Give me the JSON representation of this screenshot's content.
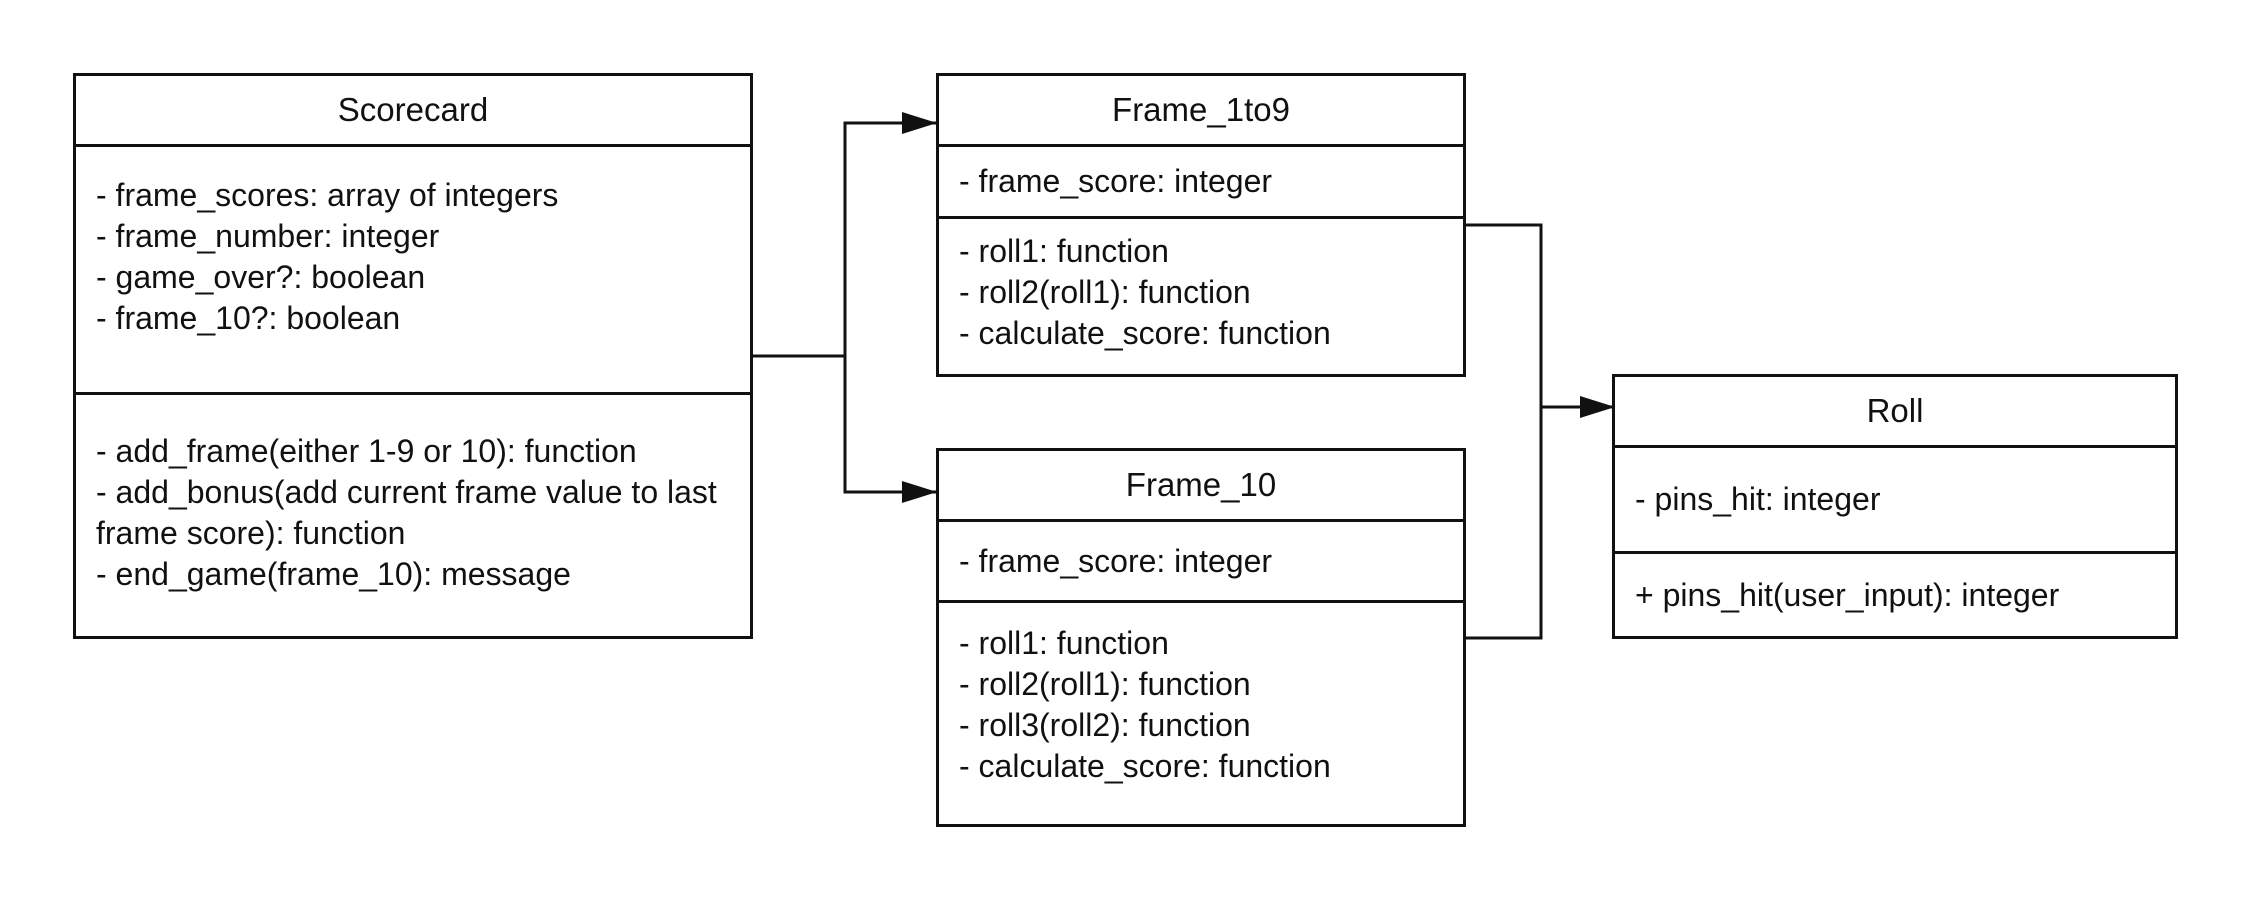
{
  "classes": {
    "scorecard": {
      "name": "Scorecard",
      "attributes": [
        "- frame_scores: array of integers",
        "- frame_number: integer",
        "- game_over?: boolean",
        "- frame_10?: boolean"
      ],
      "methods": [
        "- add_frame(either 1-9 or 10): function",
        "- add_bonus(add current frame value to last frame score): function",
        "- end_game(frame_10): message"
      ]
    },
    "frame_1to9": {
      "name": "Frame_1to9",
      "attributes": [
        "- frame_score: integer"
      ],
      "methods": [
        "- roll1: function",
        "- roll2(roll1): function",
        "- calculate_score: function"
      ]
    },
    "frame_10": {
      "name": "Frame_10",
      "attributes": [
        "- frame_score: integer"
      ],
      "methods": [
        "- roll1: function",
        "- roll2(roll1): function",
        "- roll3(roll2): function",
        "- calculate_score: function"
      ]
    },
    "roll": {
      "name": "Roll",
      "attributes": [
        "- pins_hit: integer"
      ],
      "methods": [
        "+ pins_hit(user_input): integer"
      ]
    }
  },
  "colors": {
    "line": "#111111",
    "background": "#ffffff"
  }
}
